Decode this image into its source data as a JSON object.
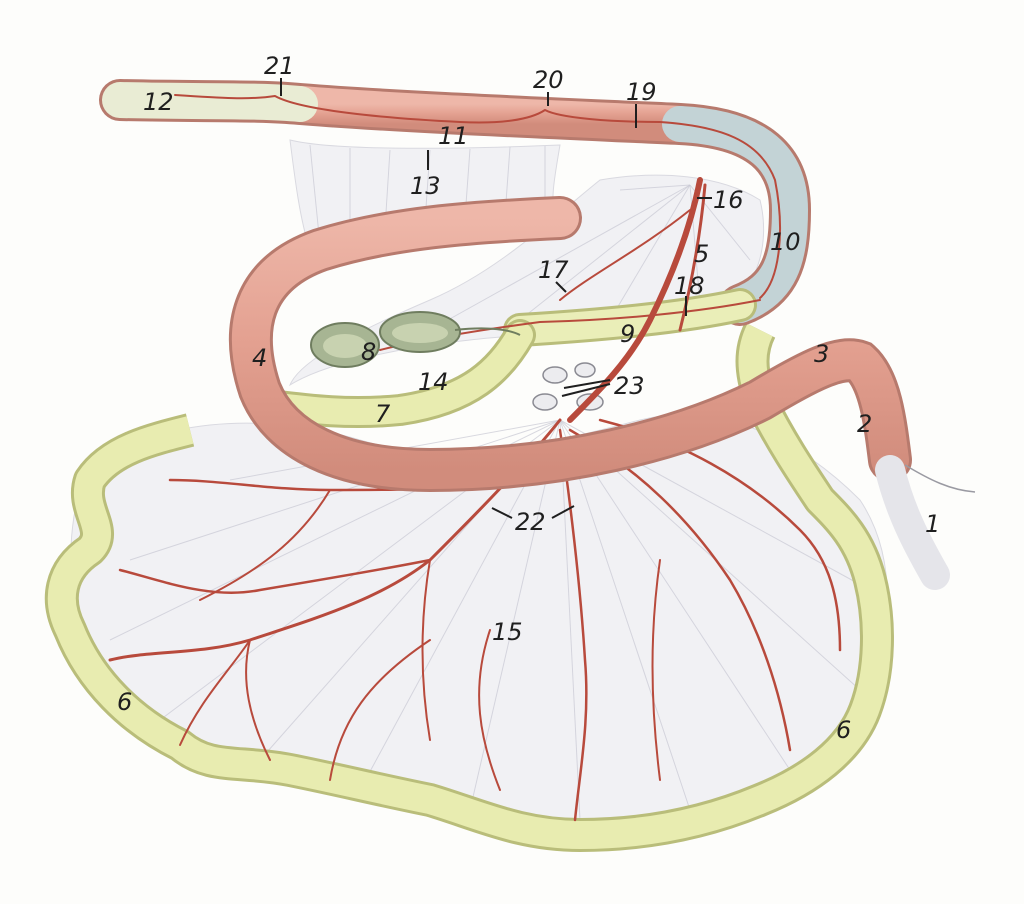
{
  "labels": {
    "l1": "1",
    "l2": "2",
    "l3": "3",
    "l4": "4",
    "l5": "5",
    "l6a": "6",
    "l6b": "6",
    "l7": "7",
    "l8": "8",
    "l9": "9",
    "l10": "10",
    "l11": "11",
    "l12": "12",
    "l13": "13",
    "l14": "14",
    "l15": "15",
    "l16": "16",
    "l17": "17",
    "l18": "18",
    "l19": "19",
    "l20": "20",
    "l21": "21",
    "l22": "22",
    "l23": "23"
  },
  "colors": {
    "intestine_red": "#e8a99a",
    "colon_yellow": "#e8ecb0",
    "colon_blue": "#c3d3d6",
    "vessel": "#b84a3c",
    "mesentery": "#f1f1f4"
  }
}
